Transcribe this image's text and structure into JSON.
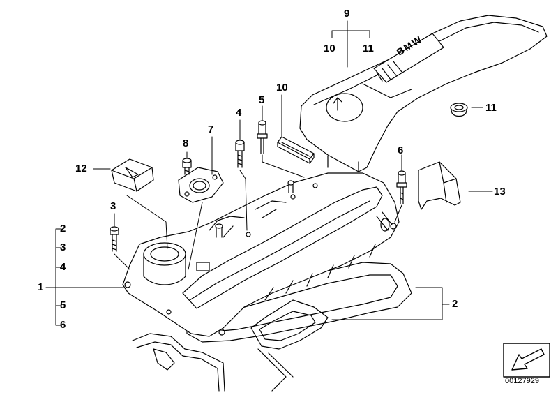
{
  "callouts": {
    "c1": "1",
    "c2_left": "2",
    "c3_left": "3",
    "c4_left": "4",
    "c5_left": "5",
    "c6_left": "6",
    "c2_right": "2",
    "c3_bolt": "3",
    "c4_bolt": "4",
    "c5_bolt": "5",
    "c6_bolt": "6",
    "c7": "7",
    "c8": "8",
    "c9": "9",
    "c10_top": "10",
    "c11_top": "11",
    "c10_mid": "10",
    "c11_mid": "11",
    "c12": "12",
    "c13": "13"
  },
  "cover_logo": "BMW",
  "reference_number": "00127929",
  "colors": {
    "line": "#000000",
    "background": "#ffffff",
    "shade": "#d9d9d9"
  }
}
